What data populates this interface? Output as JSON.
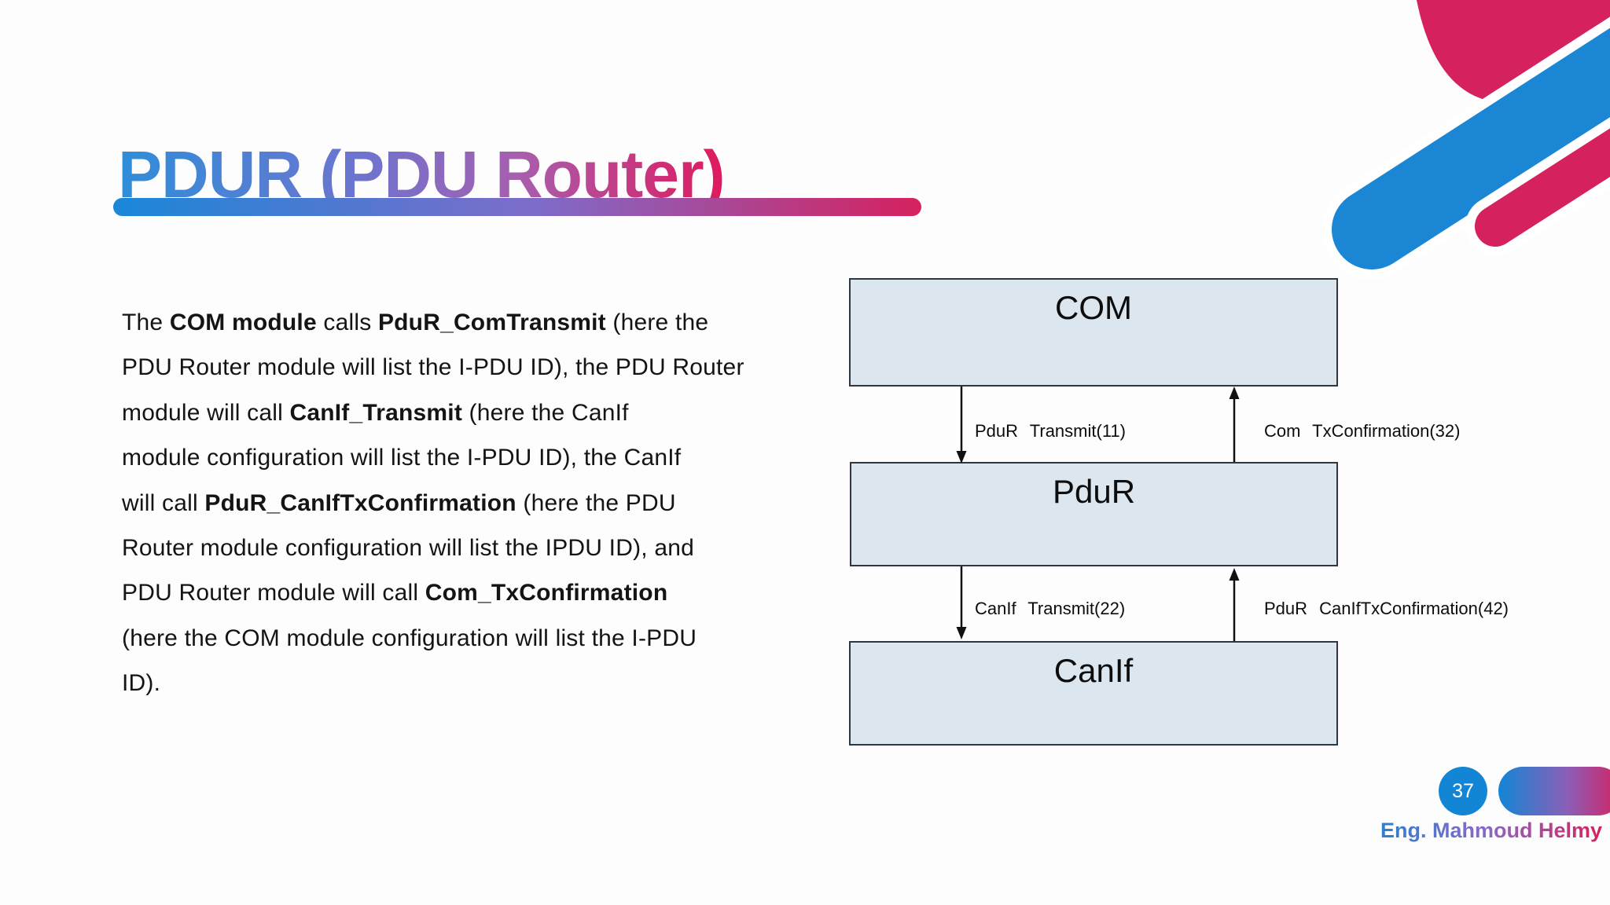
{
  "slide": {
    "title": "PDUR (PDU Router)",
    "page_number": "37",
    "author": "Eng. Mahmoud Helmy"
  },
  "paragraph": {
    "lines": [
      [
        {
          "t": "The ",
          "b": false
        },
        {
          "t": "COM module",
          "b": true
        },
        {
          "t": " calls ",
          "b": false
        },
        {
          "t": "PduR_ComTransmit",
          "b": true
        },
        {
          "t": " (here the",
          "b": false
        }
      ],
      [
        {
          "t": "PDU Router module will list the I-PDU ID), the PDU Router",
          "b": false
        }
      ],
      [
        {
          "t": "module will call ",
          "b": false
        },
        {
          "t": "CanIf_Transmit",
          "b": true
        },
        {
          "t": " (here the CanIf",
          "b": false
        }
      ],
      [
        {
          "t": "module configuration will list the I-PDU ID), the CanIf",
          "b": false
        }
      ],
      [
        {
          "t": "will call ",
          "b": false
        },
        {
          "t": "PduR_CanIfTxConfirmation",
          "b": true
        },
        {
          "t": " (here the PDU",
          "b": false
        }
      ],
      [
        {
          "t": "Router module configuration will list the IPDU ID), and",
          "b": false
        }
      ],
      [
        {
          "t": "PDU Router module will call ",
          "b": false
        },
        {
          "t": "Com_TxConfirmation",
          "b": true
        }
      ],
      [
        {
          "t": "(here the COM module configuration will list the I-PDU",
          "b": false
        }
      ],
      [
        {
          "t": "ID).",
          "b": false
        }
      ]
    ]
  },
  "diagram": {
    "boxes": [
      {
        "label": "COM"
      },
      {
        "label": "PduR"
      },
      {
        "label": "CanIf"
      }
    ],
    "arrows": [
      {
        "label": "PduR Transmit(11)",
        "from": "COM",
        "to": "PduR",
        "direction": "down"
      },
      {
        "label": "Com TxConfirmation(32)",
        "from": "PduR",
        "to": "COM",
        "direction": "up"
      },
      {
        "label": "CanIf Transmit(22)",
        "from": "PduR",
        "to": "CanIf",
        "direction": "down"
      },
      {
        "label": "PduR CanIfTxConfirmation(42)",
        "from": "CanIf",
        "to": "PduR",
        "direction": "up"
      }
    ]
  },
  "colors": {
    "accent_blue": "#1286d4",
    "accent_purple": "#7e6cca",
    "accent_pink": "#d6215f",
    "box_fill": "#dce6ee",
    "box_border": "#2f3640",
    "body_text": "#141414"
  }
}
